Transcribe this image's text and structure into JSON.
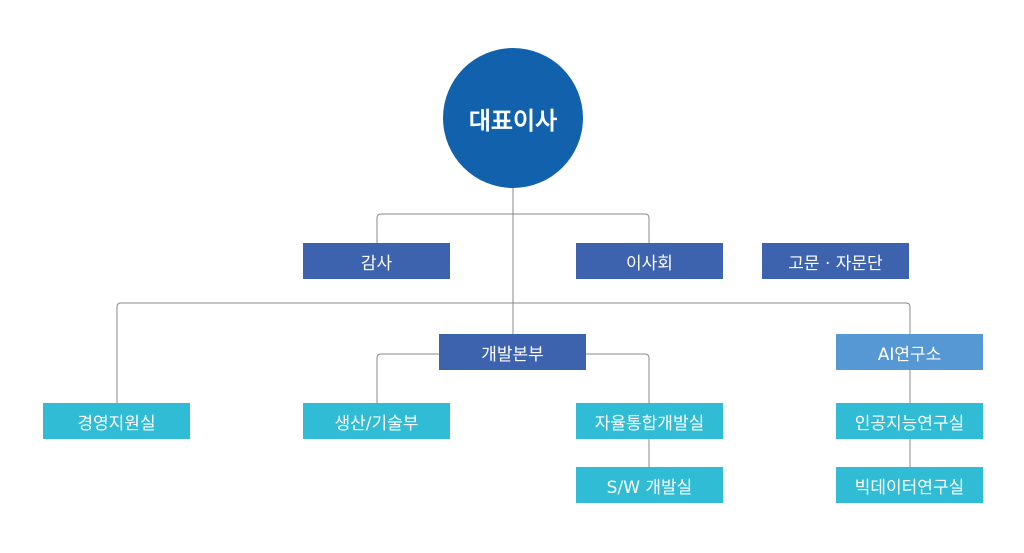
{
  "colors": {
    "ceo": "#1261ad",
    "dark_box": "#3e63ae",
    "ai_box": "#5698d4",
    "cyan_box": "#30bcd5",
    "line": "#888888"
  },
  "org": {
    "ceo": "대표이사",
    "audit": "감사",
    "board": "이사회",
    "advisory": "고문 · 자문단",
    "dev_hq": "개발본부",
    "ai_lab": "AI연구소",
    "mgmt_support": "경영지원실",
    "production_tech": "생산/기술부",
    "autonomous_dev": "자율통합개발실",
    "sw_dev": "S/W 개발실",
    "ai_research": "인공지능연구실",
    "bigdata_research": "빅데이터연구실"
  }
}
